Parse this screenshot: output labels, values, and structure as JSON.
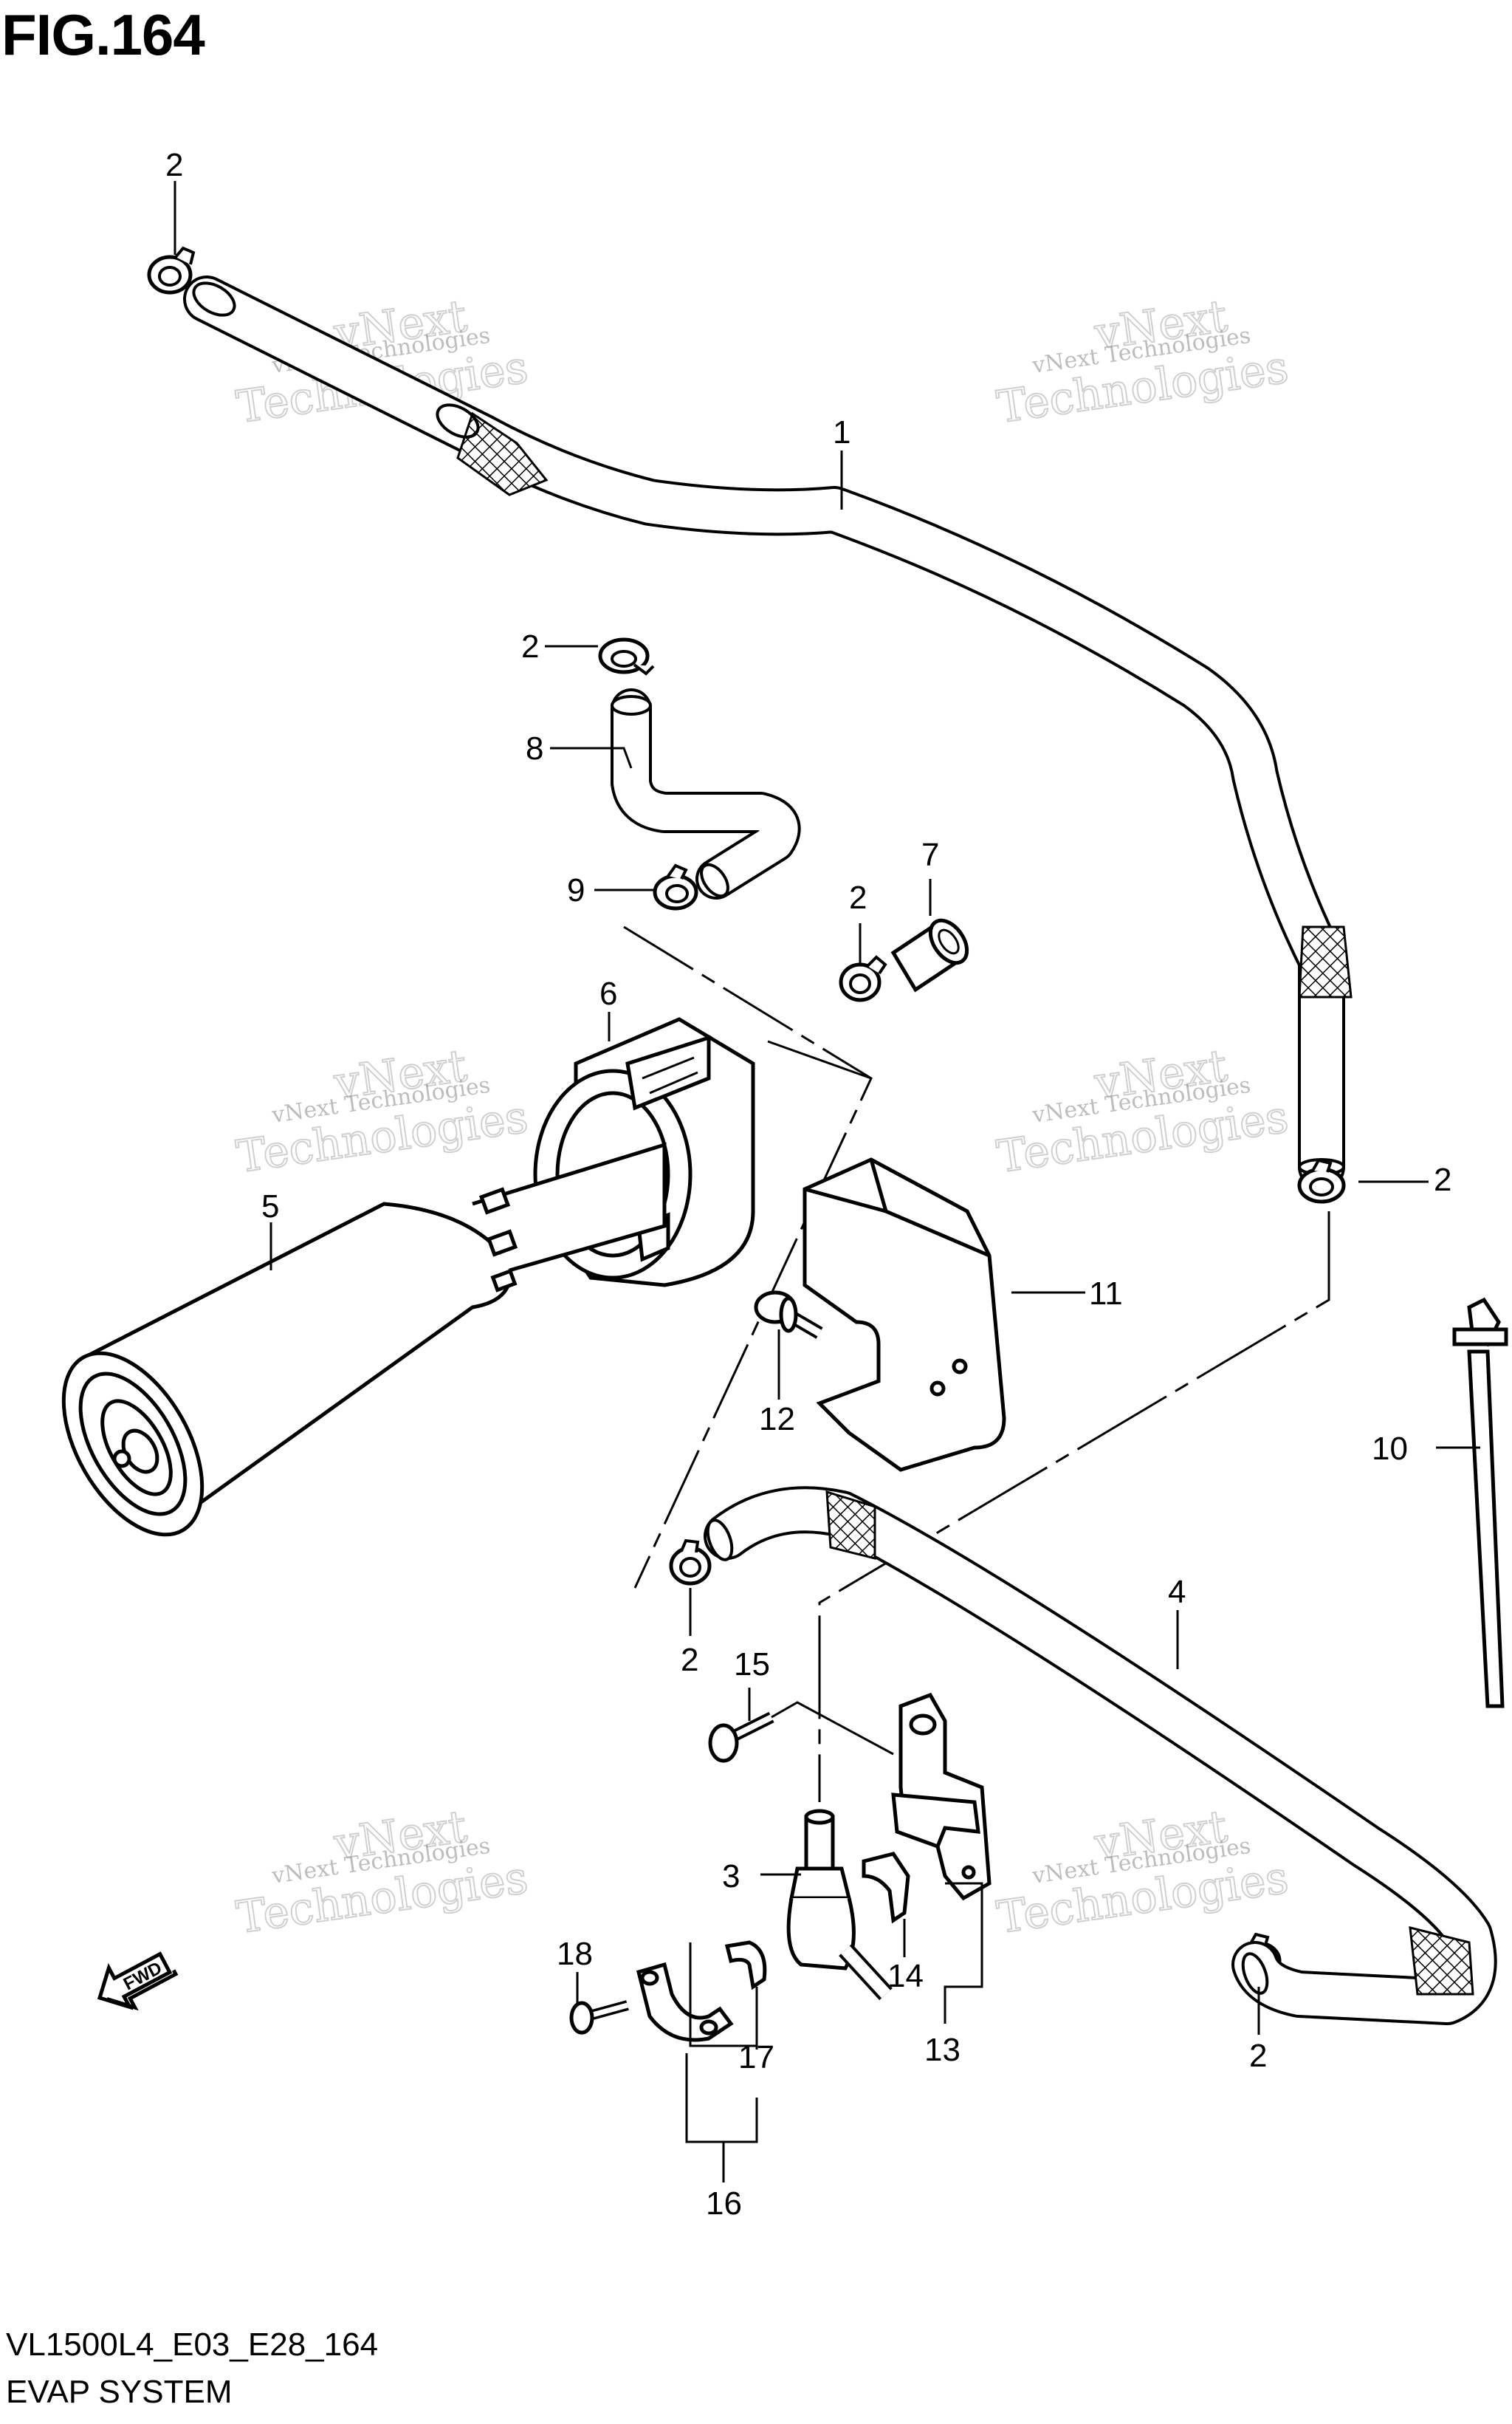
{
  "header": {
    "figure_number": "FIG.164"
  },
  "footer": {
    "diagram_code": "VL1500L4_E03_E28_164",
    "section_name": "EVAP SYSTEM"
  },
  "watermark": {
    "line1": "vNext Technologies",
    "line2": "Technologies",
    "line3": "vNext"
  },
  "fwd_label": "FWD",
  "callouts": [
    "1",
    "2",
    "2",
    "2",
    "2",
    "2",
    "2",
    "3",
    "4",
    "5",
    "6",
    "7",
    "8",
    "9",
    "10",
    "11",
    "12",
    "13",
    "14",
    "15",
    "16",
    "17",
    "18"
  ]
}
